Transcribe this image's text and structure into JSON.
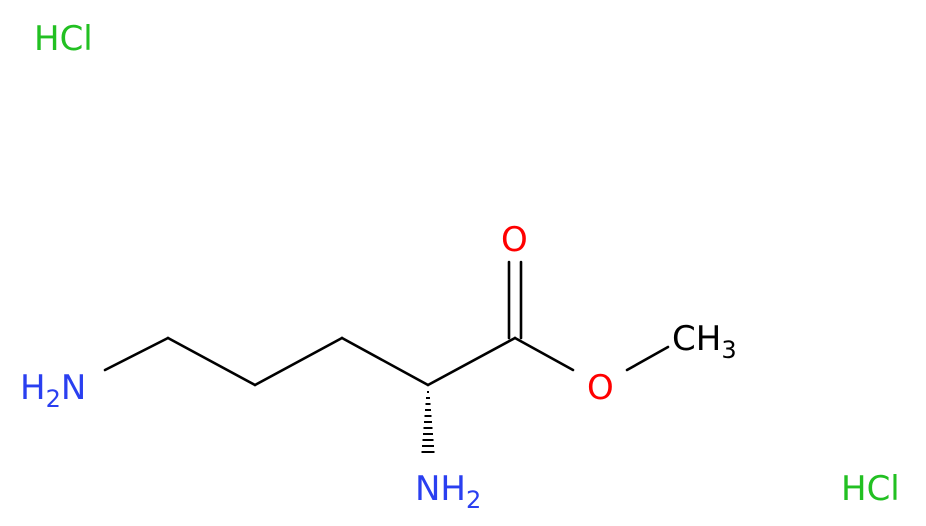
{
  "molecule": {
    "salts": [
      {
        "label": "HCl",
        "color": "#22c022"
      },
      {
        "label": "HCl",
        "color": "#22c022"
      }
    ],
    "atoms": {
      "amine_terminal": {
        "main": "H",
        "sub": "2",
        "tail": "N",
        "color": "#2a3ff0"
      },
      "amine_alpha": {
        "main": "NH",
        "sub": "2",
        "color": "#2a3ff0"
      },
      "carbonyl_oxygen": {
        "label": "O",
        "color": "#ff0000"
      },
      "ester_oxygen": {
        "label": "O",
        "color": "#ff0000"
      },
      "methyl": {
        "main": "CH",
        "sub": "3",
        "color": "#000000"
      }
    }
  }
}
